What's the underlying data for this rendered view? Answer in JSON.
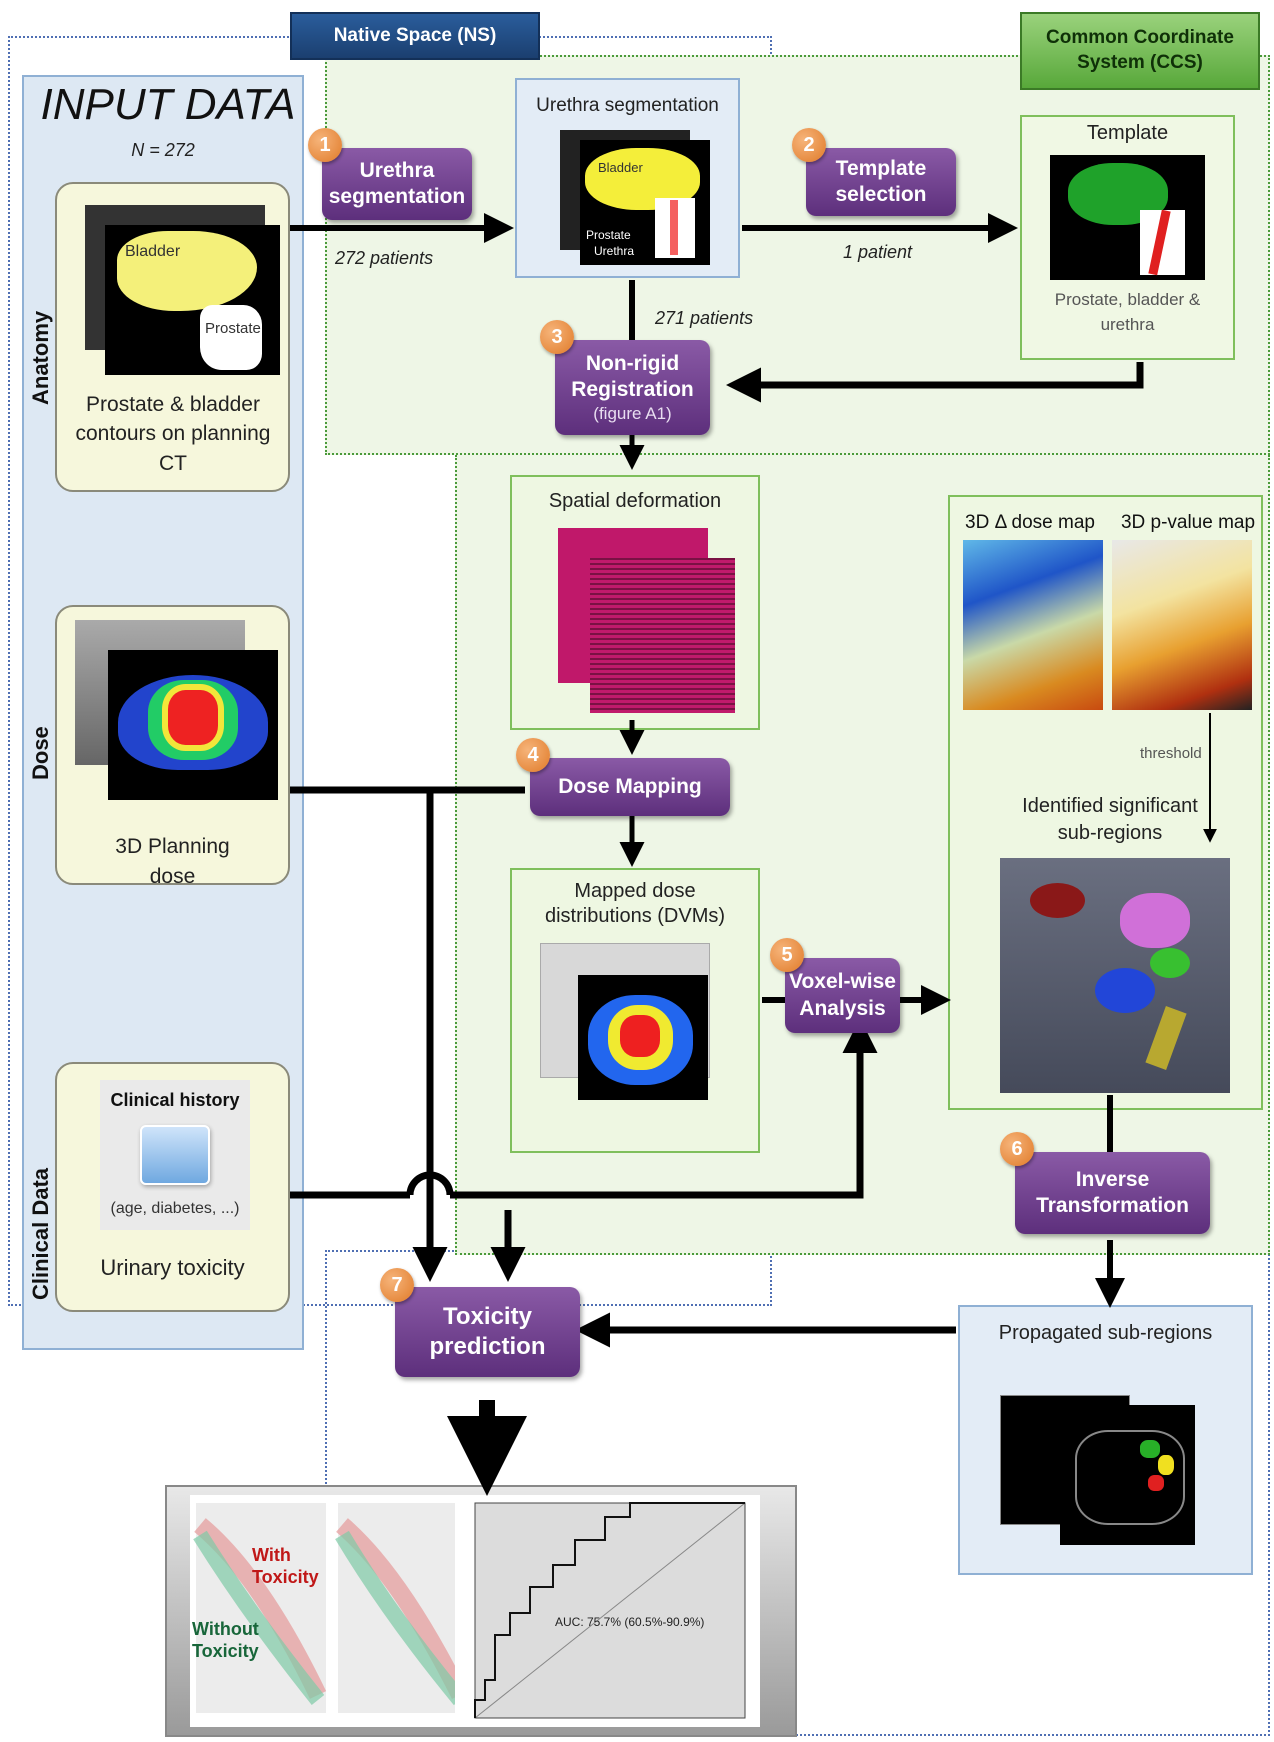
{
  "zones": {
    "native_space": "Native Space (NS)",
    "ccs_line1": "Common Coordinate",
    "ccs_line2": "System (CCS)"
  },
  "input": {
    "title": "INPUT DATA",
    "n": "N = 272",
    "sections": [
      "Anatomy",
      "Dose",
      "Clinical Data"
    ],
    "anatomy_caption": "Prostate & bladder contours on planning CT",
    "anatomy_img_bladder": "Bladder",
    "anatomy_img_prostate": "Prostate",
    "dose_caption_1": "3D Planning",
    "dose_caption_2": "dose",
    "clinical_history": "Clinical  history",
    "clinical_examples": "(age, diabetes, ...)",
    "urinary_toxicity": "Urinary toxicity"
  },
  "steps": [
    {
      "num": "1",
      "line1": "Urethra",
      "line2": "segmentation"
    },
    {
      "num": "2",
      "line1": "Template",
      "line2": "selection"
    },
    {
      "num": "3",
      "line1": "Non-rigid",
      "line2": "Registration",
      "sub": "(figure A1)"
    },
    {
      "num": "4",
      "line1": "Dose Mapping"
    },
    {
      "num": "5",
      "line1": "Voxel-wise",
      "line2": "Analysis"
    },
    {
      "num": "6",
      "line1": "Inverse",
      "line2": "Transformation"
    },
    {
      "num": "7",
      "line1": "Toxicity",
      "line2": "prediction"
    }
  ],
  "flow_labels": {
    "patients_272": "272 patients",
    "patient_1": "1 patient",
    "patients_271": "271 patients",
    "threshold": "threshold"
  },
  "urethra_box": {
    "title": "Urethra segmentation",
    "bladder": "Bladder",
    "prostate": "Prostate",
    "urethra": "Urethra"
  },
  "template_box": {
    "title": "Template",
    "caption_1": "Prostate, bladder &",
    "caption_2": "urethra"
  },
  "spatial_box": {
    "title": "Spatial deformation"
  },
  "mapped_box": {
    "title_1": "Mapped dose",
    "title_2": "distributions (DVMs)"
  },
  "maps_box": {
    "delta_map": "3D Δ dose map",
    "pvalue_map": "3D p-value map",
    "significant_1": "Identified significant",
    "significant_2": "sub-regions"
  },
  "propagated_box": {
    "title": "Propagated sub-regions"
  },
  "results": {
    "with_toxicity_1": "With",
    "with_toxicity_2": "Toxicity",
    "without_toxicity_1": "Without",
    "without_toxicity_2": "Toxicity",
    "auc": "AUC: 75.7% (60.5%-90.9%)"
  }
}
